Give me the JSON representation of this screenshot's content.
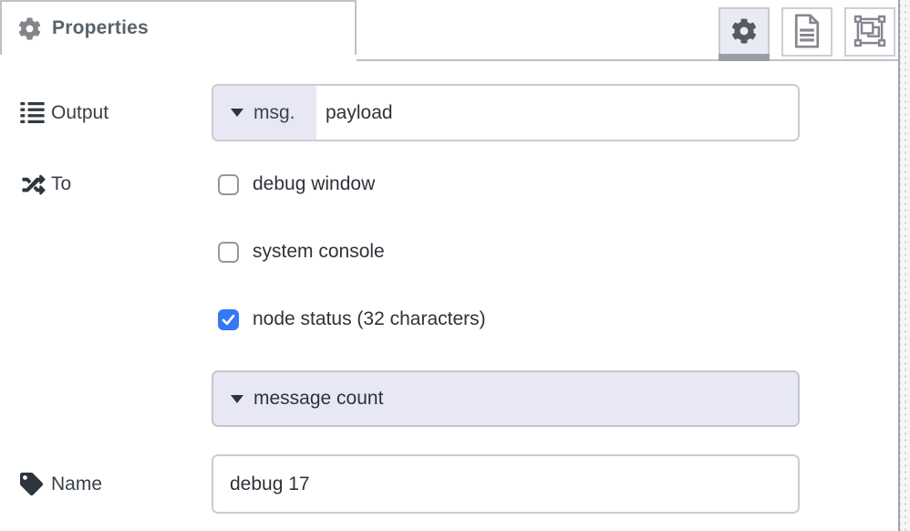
{
  "dialog": {
    "tab_properties": "Properties"
  },
  "toolbar": {
    "buttons": [
      {
        "name": "properties",
        "icon": "gear-icon",
        "active": true
      },
      {
        "name": "description",
        "icon": "document-icon",
        "active": false
      },
      {
        "name": "appearance",
        "icon": "appearance-icon",
        "active": false
      }
    ]
  },
  "fields": {
    "output": {
      "label": "Output",
      "icon": "list-icon",
      "property_type": "msg.",
      "value": "payload"
    },
    "to": {
      "label": "To",
      "icon": "shuffle-icon",
      "options": [
        {
          "label": "debug window",
          "checked": false
        },
        {
          "label": "system console",
          "checked": false
        },
        {
          "label": "node status (32 characters)",
          "checked": true
        }
      ],
      "status_format": "message count"
    },
    "name": {
      "label": "Name",
      "icon": "tag-icon",
      "value": "debug 17"
    }
  },
  "colors": {
    "accent_lavender": "#e7e8f4",
    "checkbox_checked": "#3577f5",
    "input_border": "#caccd4",
    "tab_border": "#bfc1c6",
    "active_tab_indicator": "#9b9da5"
  }
}
